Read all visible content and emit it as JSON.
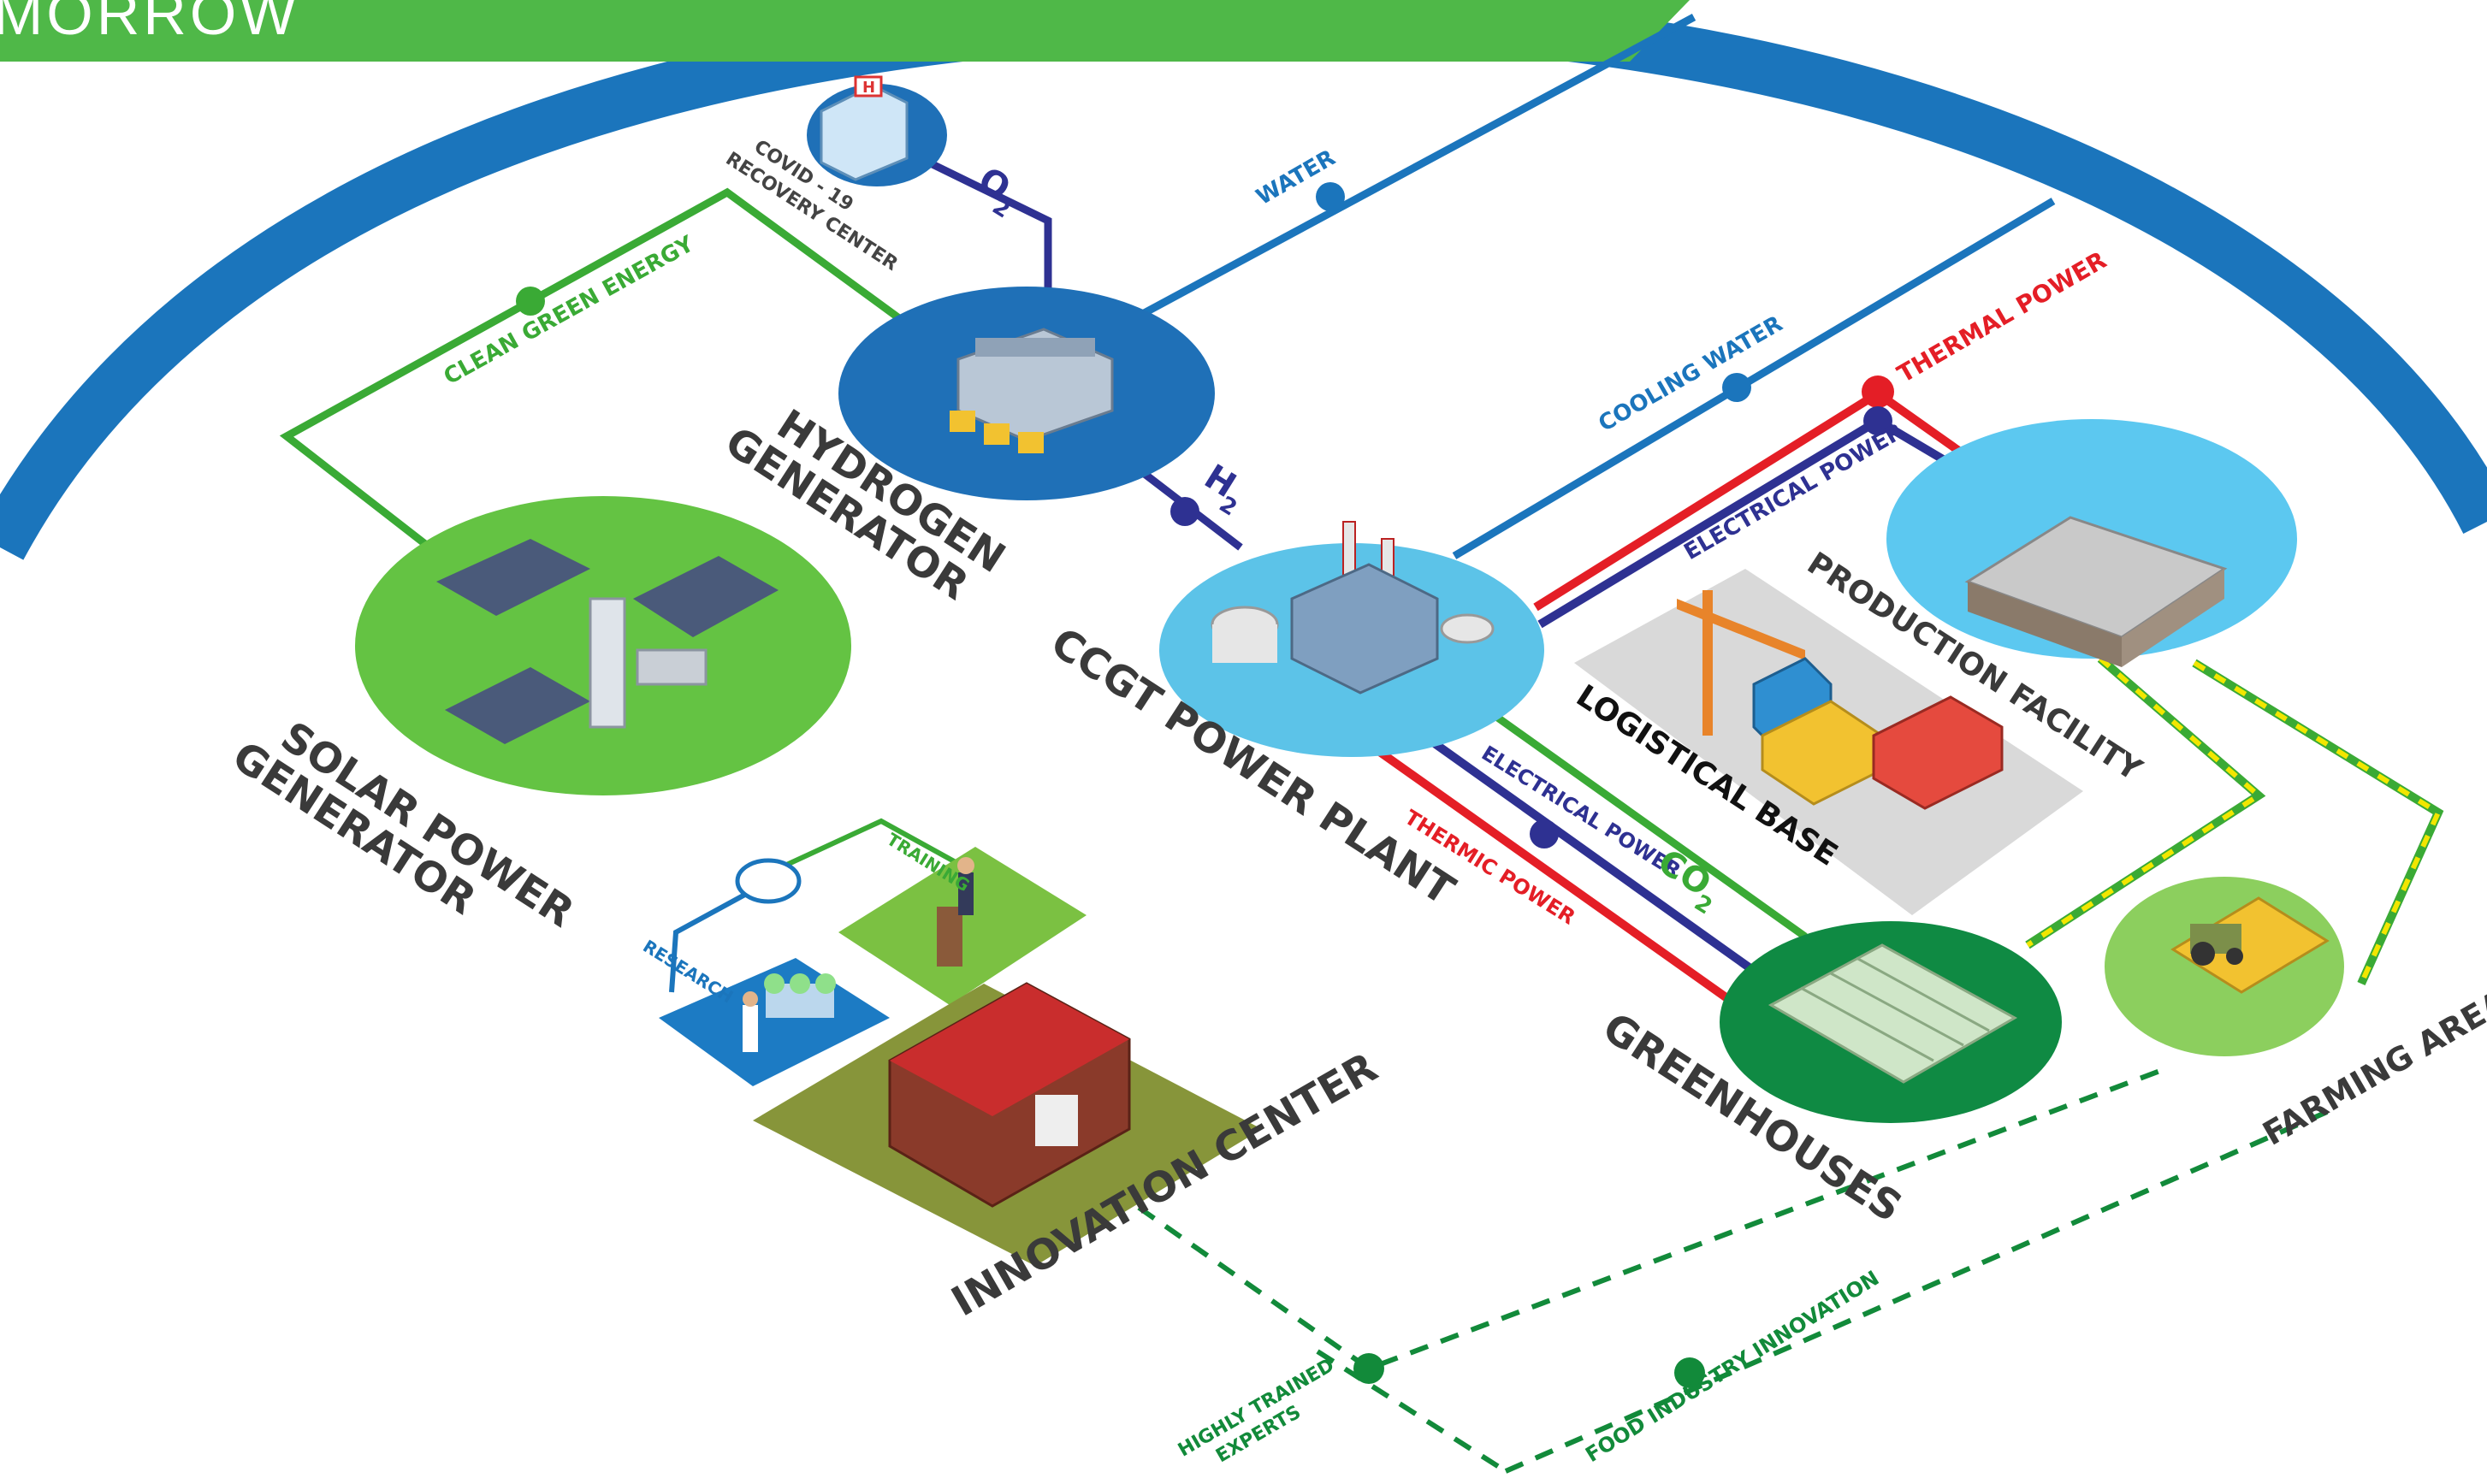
{
  "banner": {
    "title": "MORROW",
    "color": "#4fb848"
  },
  "colors": {
    "arc": "#1b75bc",
    "water": "#1b75bc",
    "green": "#3aaa35",
    "navy": "#2e3192",
    "red": "#e41e26",
    "yellow": "#f2e600",
    "dark_green": "#128a3a",
    "solar": "#64c343",
    "hydrogen": "#1f70b7",
    "ccgt": "#5cc3e8",
    "production": "#5cc8f0",
    "greenhouse": "#0f8a43",
    "farming": "#8ccf5e",
    "logistics_bg": "#d9d9d9",
    "research_bg": "#1c7bc4",
    "training_bg": "#7bc142",
    "campus_bg": "#87953a"
  },
  "nodes": {
    "covid": "COVID - 19\nRECOVERY CENTER",
    "hydrogen": "HYDROGEN\nGENERATOR",
    "solar": "SOLAR POWER\nGENERATOR",
    "ccgt": "CCGT POWER PLANT",
    "production": "PRODUCTION FACILITY",
    "logistics": "LOGISTICAL BASE",
    "greenhouses": "GREENHOUSES",
    "farming": "FARMING AREA",
    "innovation": "INNOVATION CENTER"
  },
  "flows": {
    "o2": "O",
    "o2_sub": "2",
    "h2": "H",
    "h2_sub": "2",
    "co2": "CO",
    "co2_sub": "2",
    "water": "WATER",
    "clean_energy": "CLEAN GREEN ENERGY",
    "cooling_water": "COOLING WATER",
    "thermal_power": "THERMAL POWER",
    "electrical_power_top": "ELECTRICAL POWER",
    "electrical_power_bottom": "ELECTRICAL POWER",
    "thermic_power": "THERMIC POWER",
    "training": "TRAINING",
    "research": "RESEARCH",
    "experts": "HIGHLY TRAINED\nEXPERTS",
    "food": "FOOD INDUSTRY INNOVATION"
  },
  "icons": {
    "hospital": "hospital-building-icon",
    "hydrogen_plant": "hydrogen-plant-icon",
    "solar_farm": "solar-panel-array-icon",
    "power_plant": "power-plant-icon",
    "factory": "factory-building-icon",
    "logistics": "crane-container-truck-icon",
    "greenhouse": "greenhouse-icon",
    "tractor": "tractor-icon",
    "university": "university-building-icon",
    "lecturer": "podium-speaker-icon",
    "scientist": "lab-scientist-icon"
  }
}
